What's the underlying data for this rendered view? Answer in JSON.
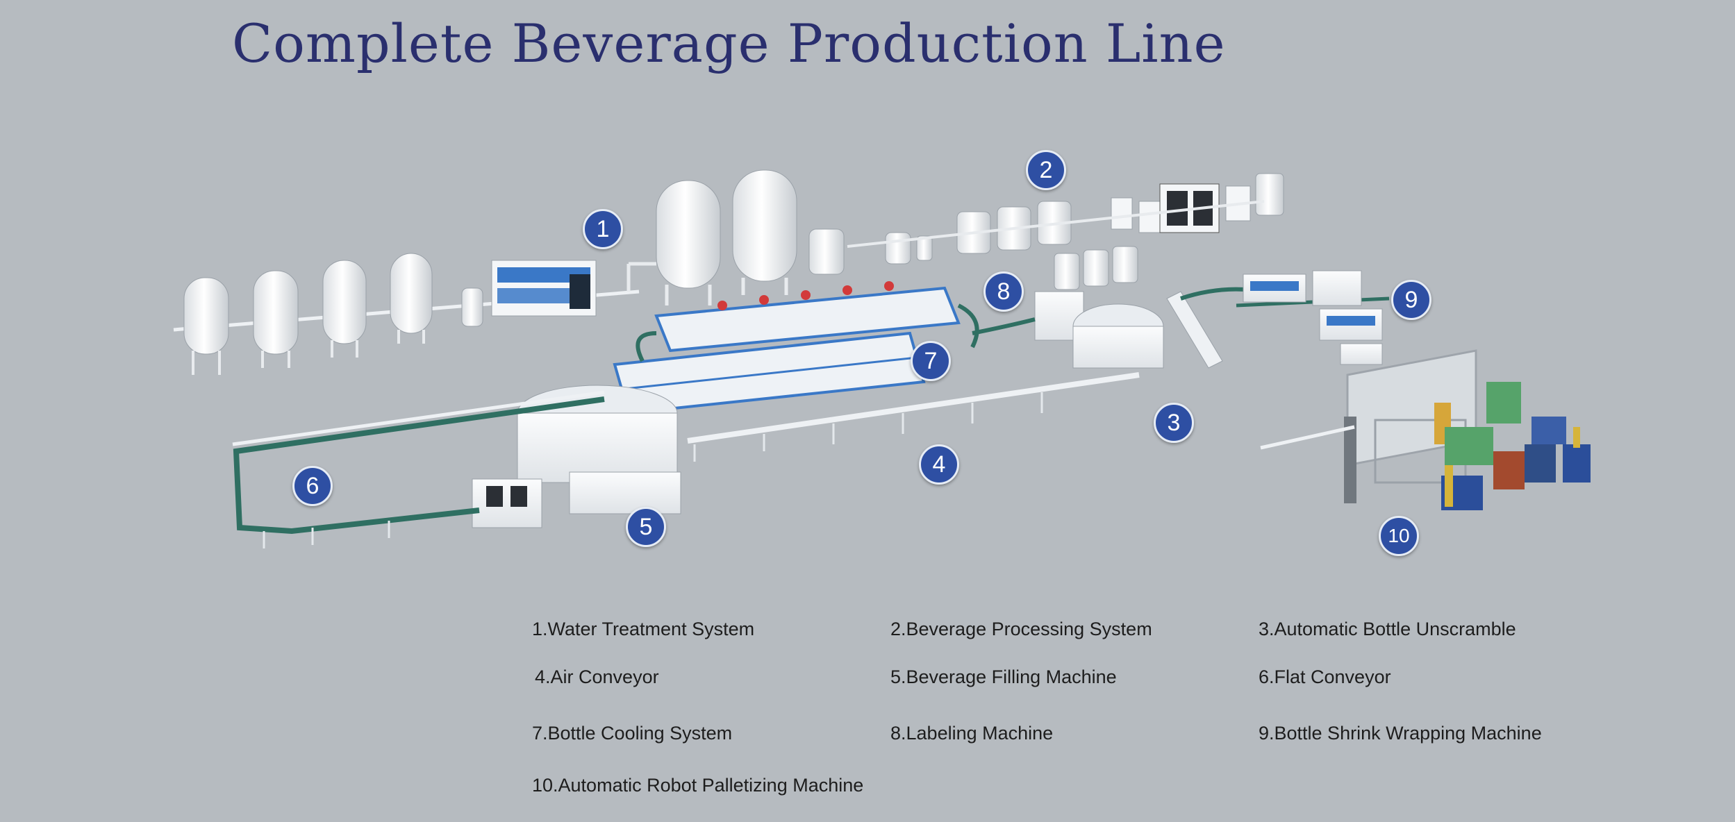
{
  "title": "Complete Beverage Production Line",
  "colors": {
    "background": "#b6bbc0",
    "badge": "#2e4fa3",
    "title": "#2a2f6e",
    "equipment": "#f2f4f6",
    "panel_blue": "#3a78c7",
    "conveyor": "#2f6f62"
  },
  "badges": [
    "1",
    "2",
    "3",
    "4",
    "5",
    "6",
    "7",
    "8",
    "9",
    "10"
  ],
  "legend": [
    "1.Water Treatment System",
    "2.Beverage Processing System",
    "3.Automatic Bottle Unscramble",
    "4.Air Conveyor",
    "5.Beverage Filling Machine",
    "6.Flat Conveyor",
    "7.Bottle Cooling System",
    "8.Labeling Machine",
    "9.Bottle Shrink Wrapping Machine",
    "10.Automatic Robot Palletizing Machine"
  ]
}
